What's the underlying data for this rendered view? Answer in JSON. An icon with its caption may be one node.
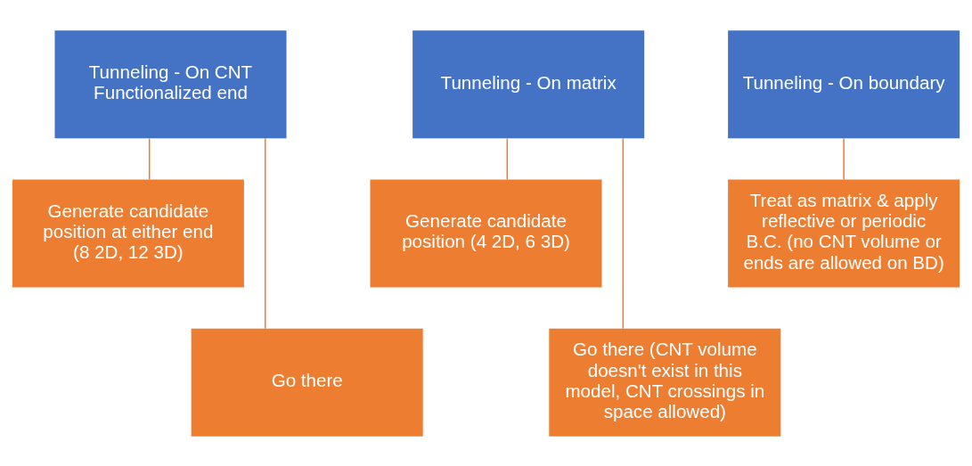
{
  "diagram": {
    "nodes": [
      {
        "text": [
          "Tunneling - On CNT Functionalized end"
        ]
      },
      {
        "text": [
          "Tunneling - On matrix"
        ]
      },
      {
        "text": [
          "Tunneling - On boundary"
        ]
      },
      {
        "text": [
          "Generate candidate position at either end (8 2D, 12 3D)"
        ]
      },
      {
        "text": [
          "Generate candidate position (4 2D, 6 3D)"
        ]
      },
      {
        "text": [
          "Treat as matrix & apply reflective or periodic B.C. (no CNT volume or ends are allowed on BD)"
        ]
      },
      {
        "text": [
          "Go there"
        ]
      },
      {
        "text": [
          "Go there (CNT volume doesn't exist in this model, CNT crossings in space allowed)"
        ]
      }
    ],
    "edges": [
      {
        "from": 0,
        "to": 3,
        "arrow": "none"
      },
      {
        "from": 0,
        "to": 6,
        "arrow": "none"
      },
      {
        "from": 1,
        "to": 4,
        "arrow": "none"
      },
      {
        "from": 1,
        "to": 7,
        "arrow": "none"
      },
      {
        "from": 2,
        "to": 5,
        "arrow": "none"
      }
    ]
  }
}
